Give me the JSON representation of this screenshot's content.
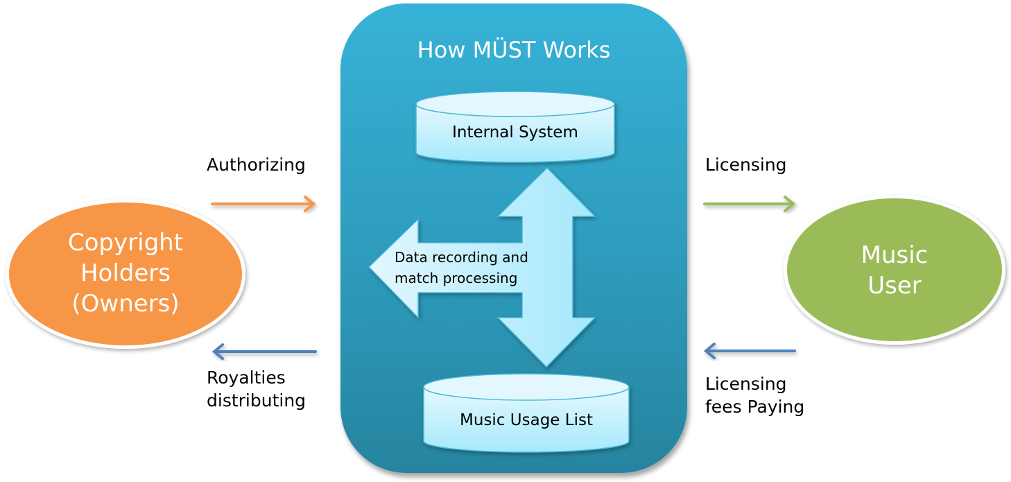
{
  "title": "How MÜST Works",
  "nodes": {
    "copyright_holders": {
      "lines": [
        "Copyright",
        "Holders",
        "(Owners)"
      ],
      "color": "#f79646"
    },
    "music_user": {
      "lines": [
        "Music",
        "User"
      ],
      "color": "#9bbb59"
    },
    "internal_system": {
      "label": "Internal System"
    },
    "music_usage_list": {
      "label": "Music Usage List"
    },
    "process": {
      "lines": [
        "Data recording and",
        "match processing"
      ]
    }
  },
  "flows": {
    "authorizing": {
      "label": "Authorizing",
      "direction": "right",
      "color": "#f79646"
    },
    "royalties": {
      "lines": [
        "Royalties",
        "distributing"
      ],
      "direction": "left",
      "color": "#4f81bd"
    },
    "licensing": {
      "label": "Licensing",
      "direction": "right",
      "color": "#9bbb59"
    },
    "licensing_fees": {
      "lines": [
        "Licensing",
        "fees Paying"
      ],
      "direction": "left",
      "color": "#4f81bd"
    }
  },
  "colors": {
    "panel_top": "#37b2d7",
    "panel_bottom": "#26849f",
    "shape_fill": "#b8ebfb"
  }
}
